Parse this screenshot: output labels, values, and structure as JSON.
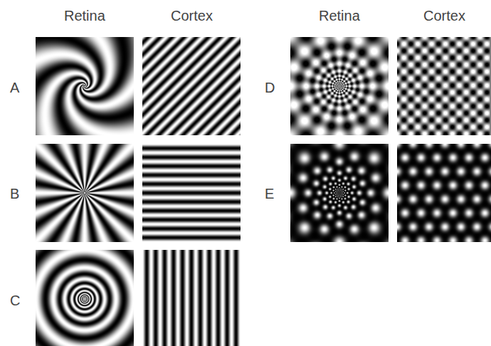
{
  "diagram": {
    "labels": [
      "Retina",
      "Cortex",
      "Retina",
      "Cortex",
      "A",
      "B",
      "C",
      "D",
      "E"
    ]
  }
}
